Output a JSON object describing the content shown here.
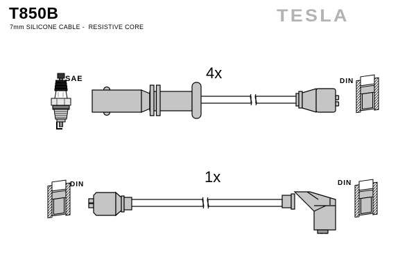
{
  "header": {
    "part_number": "T850B",
    "subtitle": "7mm SILICONE CABLE -  RESISTIVE CORE",
    "brand": "TESLA"
  },
  "diagram": {
    "cables": [
      {
        "quantity_label": "4x",
        "left_connector_label": "SAE",
        "right_connector_label": "DIN",
        "left_end_icon": "spark-plug-icon",
        "right_end_icon": "din-terminal-icon"
      },
      {
        "quantity_label": "1x",
        "left_connector_label": "DIN",
        "right_connector_label": "DIN",
        "left_end_icon": "din-terminal-icon",
        "right_end_icon": "din-terminal-icon"
      }
    ]
  },
  "colors": {
    "part_fill": "#c5c5c5",
    "outline": "#000000",
    "logo_gray": "#b3b3b3",
    "background": "#ffffff"
  }
}
